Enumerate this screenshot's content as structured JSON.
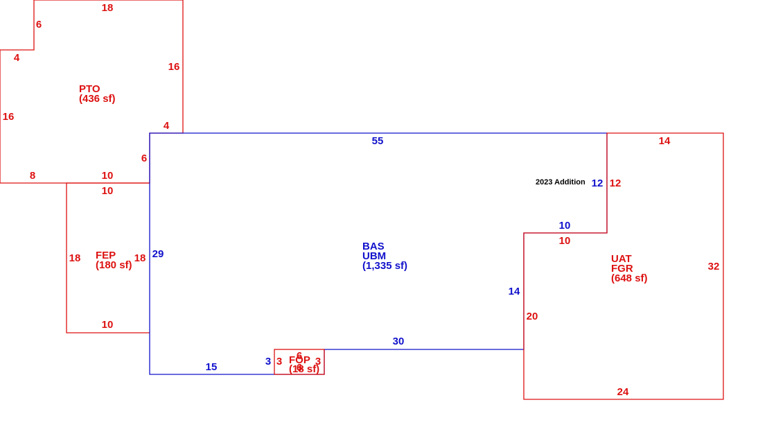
{
  "colors": {
    "red": "#dd1111",
    "blue": "#1111cc",
    "black": "#000000"
  },
  "annotation": "2023 Addition",
  "areas": {
    "pto": {
      "code": "PTO",
      "size": "(436 sf)"
    },
    "fep": {
      "code": "FEP",
      "size": "(180 sf)"
    },
    "bas": {
      "code": "BAS",
      "code2": "UBM",
      "size": "(1,335 sf)"
    },
    "uat": {
      "code": "UAT",
      "code2": "FGR",
      "size": "(648 sf)"
    },
    "fop": {
      "code": "FOP",
      "size": "(18 sf)"
    }
  },
  "dimensions": {
    "pto": [
      "18",
      "6",
      "4",
      "16",
      "16",
      "4",
      "6",
      "8",
      "10"
    ],
    "fep": [
      "10",
      "18",
      "18",
      "10"
    ],
    "bas": [
      "55",
      "29",
      "15",
      "3",
      "30",
      "14",
      "10",
      "12"
    ],
    "uat": [
      "14",
      "12",
      "10",
      "20",
      "32",
      "24"
    ],
    "fop": [
      "6",
      "3",
      "3",
      "6"
    ]
  }
}
